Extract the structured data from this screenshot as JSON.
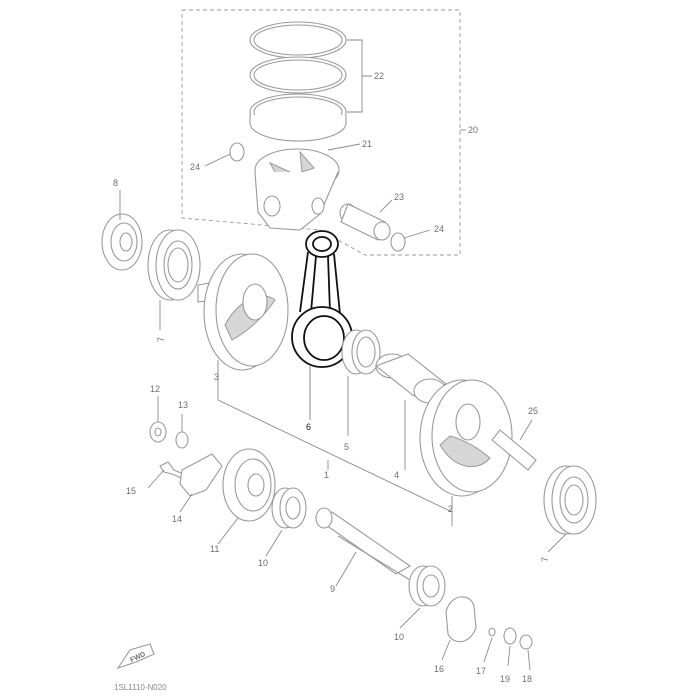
{
  "callouts": {
    "c1": "1",
    "c2": "2",
    "c3": "3",
    "c4": "4",
    "c5": "5",
    "c6": "6",
    "c7a": "7",
    "c7b": "7",
    "c8": "8",
    "c9": "9",
    "c10a": "10",
    "c10b": "10",
    "c11": "11",
    "c12": "12",
    "c13": "13",
    "c14": "14",
    "c15": "15",
    "c16": "16",
    "c17": "17",
    "c18": "18",
    "c19": "19",
    "c20": "20",
    "c21": "21",
    "c22": "22",
    "c23": "23",
    "c24a": "24",
    "c24b": "24",
    "c25": "25"
  },
  "fwd_label": "FWD",
  "diagram_code": "1SL1110-N020"
}
